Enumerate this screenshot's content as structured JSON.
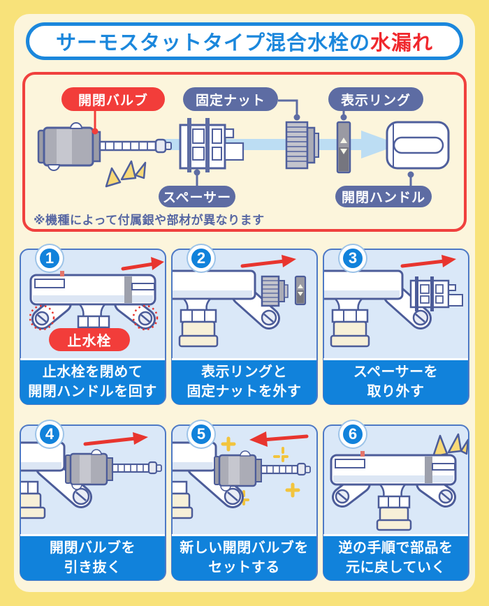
{
  "title": {
    "prefix": "サーモスタットタイプ混合水栓の",
    "highlight": "水漏れ"
  },
  "parts_diagram": {
    "labels": {
      "valve": "開閉バルブ",
      "nut": "固定ナット",
      "ring": "表示リング",
      "spacer": "スペーサー",
      "handle": "開閉ハンドル"
    },
    "note": "※機種によって付属銀や部材が異なります"
  },
  "steps": [
    {
      "number": "1",
      "caption_line1": "止水栓を閉めて",
      "caption_line2": "開閉ハンドルを回す",
      "label": "止水栓"
    },
    {
      "number": "2",
      "caption_line1": "表示リングと",
      "caption_line2": "固定ナットを外す"
    },
    {
      "number": "3",
      "caption_line1": "スペーサーを",
      "caption_line2": "取り外す"
    },
    {
      "number": "4",
      "caption_line1": "開閉バルブを",
      "caption_line2": "引き抜く"
    },
    {
      "number": "5",
      "caption_line1": "新しい開閉バルブを",
      "caption_line2": "セットする"
    },
    {
      "number": "6",
      "caption_line1": "逆の手順で部品を",
      "caption_line2": "元に戻していく"
    }
  ],
  "colors": {
    "accent_blue": "#1B87DC",
    "accent_red": "#F0413E",
    "label_navy": "#5D6CA3",
    "panel_blue": "#DAE8F8",
    "caption_blue": "#1182DB",
    "frame_yellow": "#F8E27A",
    "card_cream": "#FCF5DC"
  }
}
